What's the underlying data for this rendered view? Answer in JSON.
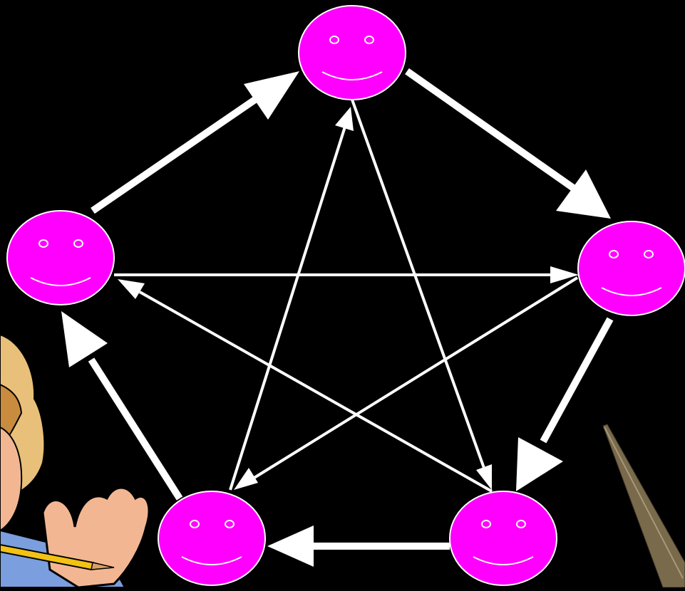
{
  "diagram": {
    "background_color": "#000000",
    "node_fill": "#ff00ff",
    "node_stroke": "#ffffff",
    "edge_color": "#ffffff",
    "nodes": [
      {
        "id": "top",
        "icon": "smiley-face-icon"
      },
      {
        "id": "right",
        "icon": "smiley-face-icon"
      },
      {
        "id": "bottom-right",
        "icon": "smiley-face-icon"
      },
      {
        "id": "bottom-left",
        "icon": "smiley-face-icon"
      },
      {
        "id": "left",
        "icon": "smiley-face-icon"
      }
    ],
    "outer_cycle": [
      {
        "from": "left",
        "to": "top"
      },
      {
        "from": "top",
        "to": "right"
      },
      {
        "from": "right",
        "to": "bottom-right"
      },
      {
        "from": "bottom-right",
        "to": "bottom-left"
      },
      {
        "from": "bottom-left",
        "to": "left"
      }
    ],
    "inner_star": [
      {
        "from": "left",
        "to": "right"
      },
      {
        "from": "right",
        "to": "bottom-left"
      },
      {
        "from": "bottom-left",
        "to": "top"
      },
      {
        "from": "top",
        "to": "bottom-right"
      },
      {
        "from": "bottom-right",
        "to": "left"
      }
    ],
    "decorations": [
      {
        "name": "cartoon-person-with-pencil-image"
      },
      {
        "name": "pointer-stick-image"
      }
    ]
  }
}
